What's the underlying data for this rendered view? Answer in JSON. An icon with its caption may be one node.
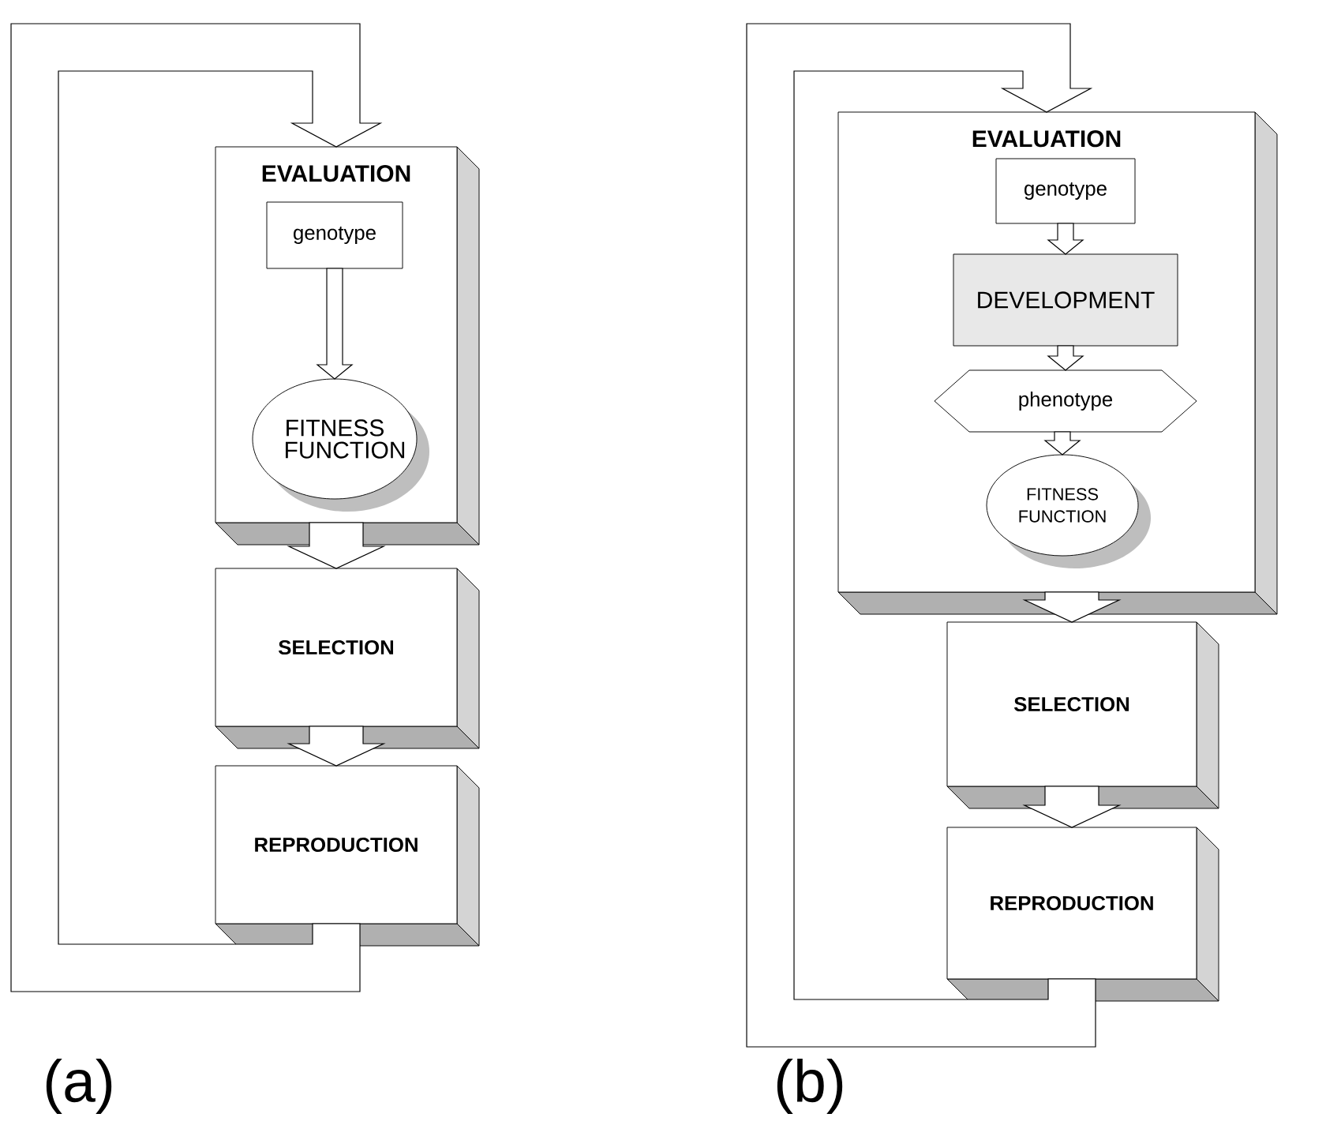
{
  "diagram": {
    "nodes": [
      {
        "text": [
          "EVALUATION"
        ]
      },
      {
        "text": [
          "genotype"
        ],
        "in": 0
      },
      {
        "text": [
          "FITNESS FUNCTION"
        ],
        "in": 0
      },
      {
        "text": [
          "SELECTION"
        ]
      },
      {
        "text": [
          "REPRODUCTION"
        ]
      },
      {
        "text": [
          "EVALUATION"
        ]
      },
      {
        "text": [
          "genotype"
        ],
        "in": 5
      },
      {
        "text": [
          "DEVELOPMENT"
        ],
        "in": 5
      },
      {
        "text": [
          "phenotype"
        ],
        "in": 5
      },
      {
        "text": [
          "FITNESS FUNCTION"
        ],
        "in": 5
      },
      {
        "text": [
          "SELECTION"
        ]
      },
      {
        "text": [
          "REPRODUCTION"
        ]
      }
    ],
    "edges": [
      {
        "from": 1,
        "to": 2,
        "arrow": "to"
      },
      {
        "from": 0,
        "to": 3,
        "arrow": "to"
      },
      {
        "from": 3,
        "to": 4,
        "arrow": "to"
      },
      {
        "from": 4,
        "to": 0,
        "arrow": "to"
      },
      {
        "from": 6,
        "to": 7,
        "arrow": "to"
      },
      {
        "from": 7,
        "to": 8,
        "arrow": "to"
      },
      {
        "from": 8,
        "to": 9,
        "arrow": "to"
      },
      {
        "from": 5,
        "to": 10,
        "arrow": "to"
      },
      {
        "from": 10,
        "to": 11,
        "arrow": "to"
      },
      {
        "from": 11,
        "to": 5,
        "arrow": "to"
      }
    ],
    "labels": [
      "(a)",
      "(b)"
    ]
  }
}
